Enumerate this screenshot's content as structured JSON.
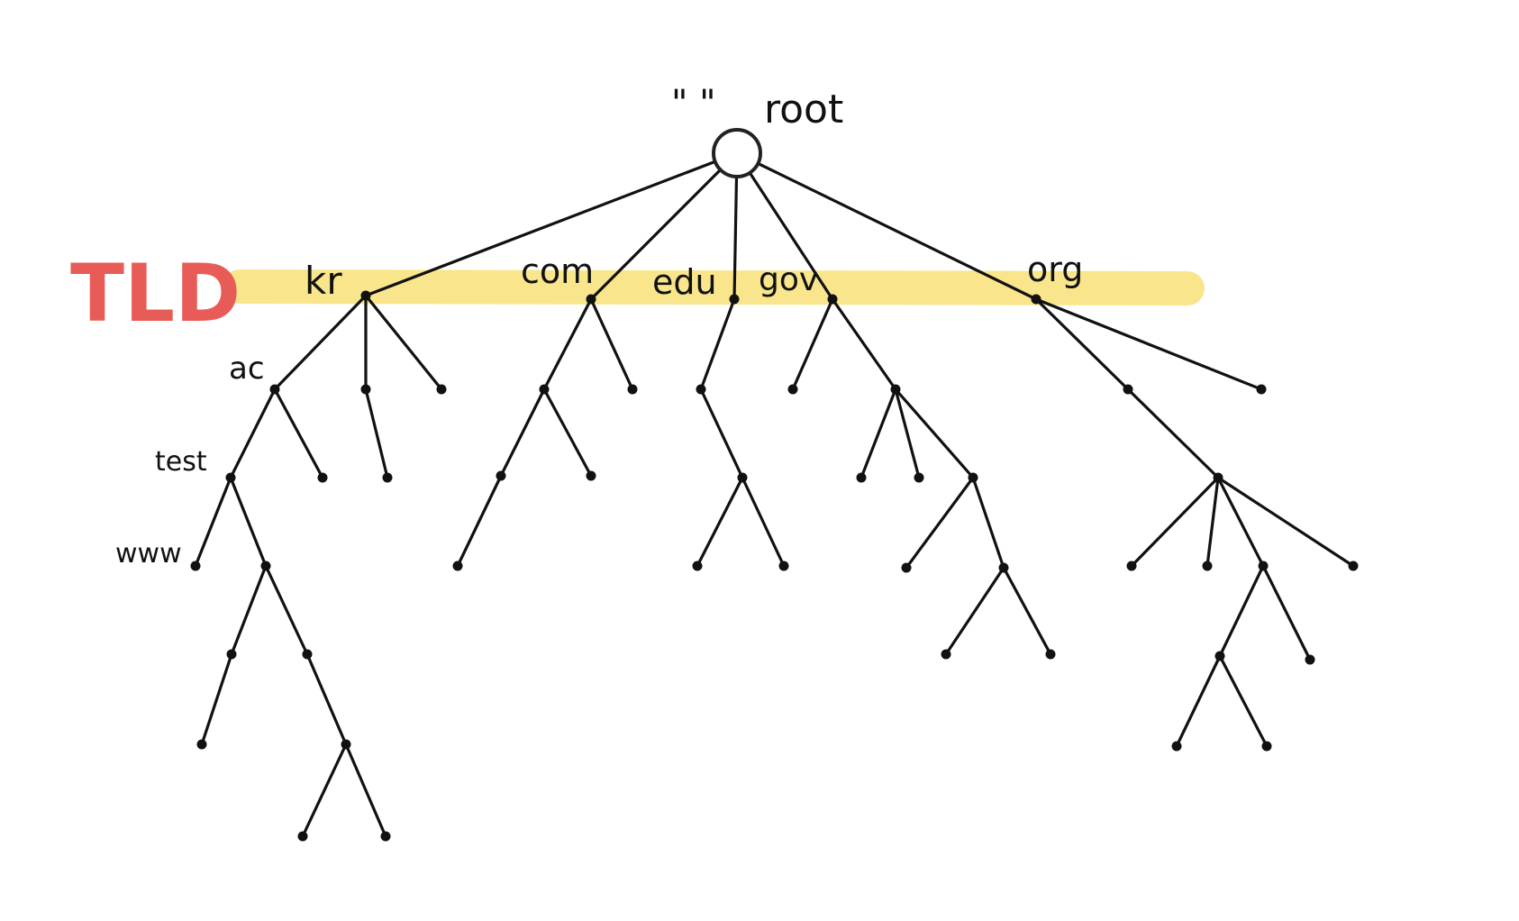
{
  "diagram": {
    "tld_title": "TLD",
    "root_quote_label": "\" \"",
    "root_label": "root",
    "tld_labels": {
      "kr": "kr",
      "com": "com",
      "edu": "edu",
      "gov": "gov",
      "org": "org"
    },
    "sub_labels": {
      "ac": "ac",
      "test": "test",
      "www": "www"
    }
  },
  "colors": {
    "tld_band": "#f9e68c",
    "tld_title": "#e85c57",
    "ink": "#111111"
  }
}
